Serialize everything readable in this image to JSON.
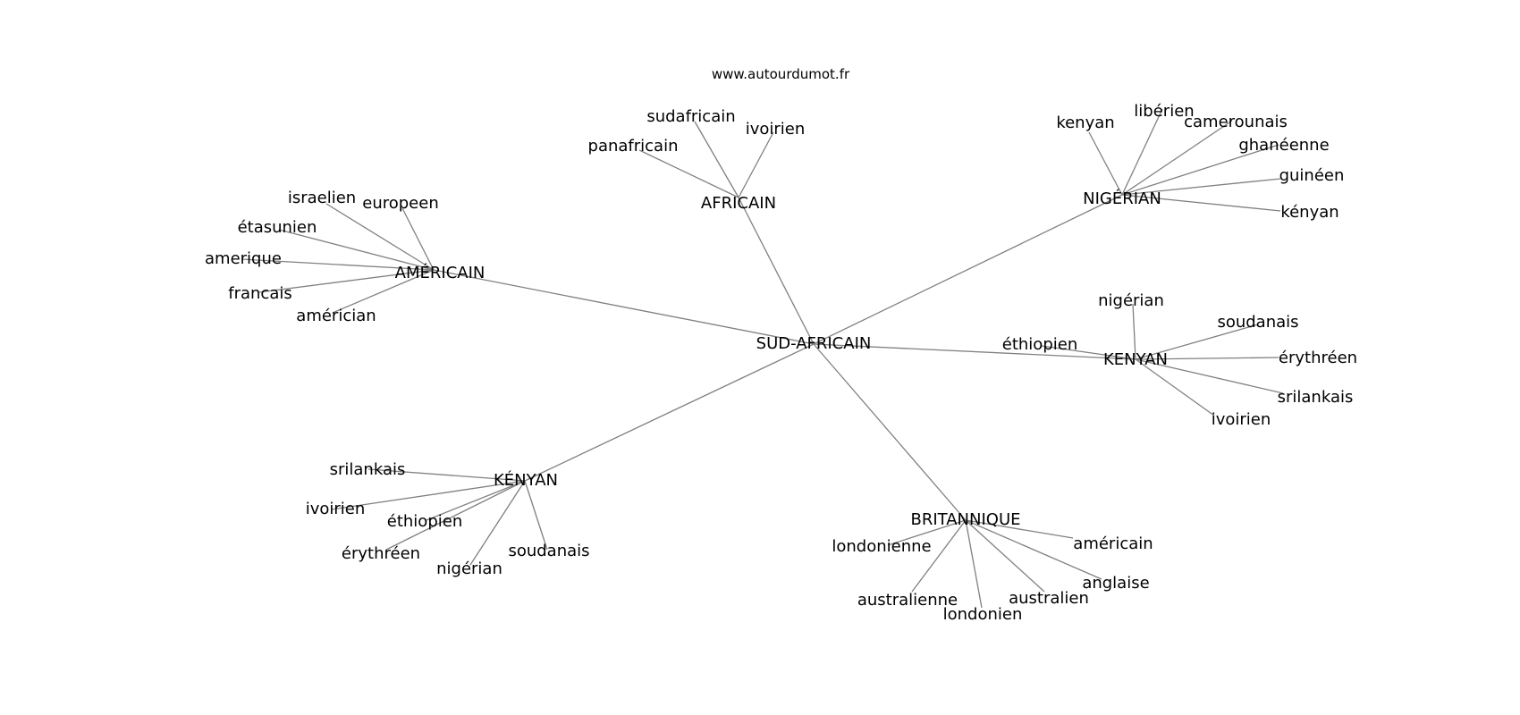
{
  "site": "www.autourdumot.fr",
  "root": "SUD-AFRICAIN",
  "hubs": [
    {
      "id": "americain",
      "label": "AMÉRICAIN",
      "words": [
        "israelien",
        "europeen",
        "étasunien",
        "amerique",
        "francais",
        "américian"
      ]
    },
    {
      "id": "africain",
      "label": "AFRICAIN",
      "words": [
        "sudafricain",
        "ivoirien",
        "panafricain"
      ]
    },
    {
      "id": "nigerian",
      "label": "NIGÉRIAN",
      "words": [
        "kenyan",
        "libérien",
        "camerounais",
        "ghanéenne",
        "guinéen",
        "kényan"
      ]
    },
    {
      "id": "kenyan",
      "label": "KENYAN",
      "words": [
        "nigérian",
        "soudanais",
        "éthiopien",
        "érythréen",
        "srilankais",
        "ivoirien"
      ]
    },
    {
      "id": "kenyan2",
      "label": "KÉNYAN",
      "words": [
        "srilankais",
        "ivoirien",
        "éthiopien",
        "érythréen",
        "nigérian",
        "soudanais"
      ]
    },
    {
      "id": "britannique",
      "label": "BRITANNIQUE",
      "words": [
        "londonienne",
        "américain",
        "anglaise",
        "australienne",
        "australien",
        "londonien"
      ]
    }
  ]
}
